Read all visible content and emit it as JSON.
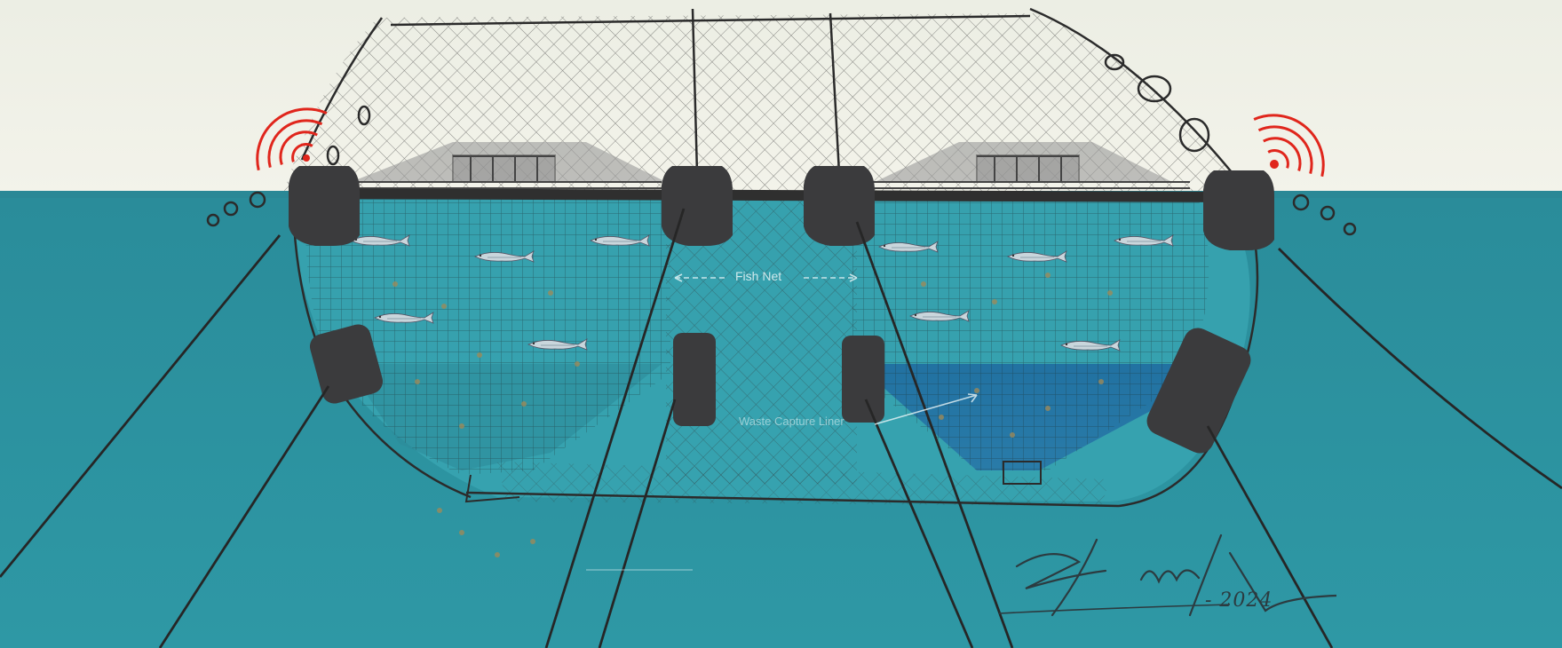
{
  "labels": {
    "fish_net": "Fish Net",
    "waste_capture": "Waste Capture Liner"
  },
  "signature": {
    "year": "- 2024"
  },
  "colors": {
    "sky": "#eef0e6",
    "water_top": "#2a8e9c",
    "water_deep": "#2f96a3",
    "net_inner": "#3aa7b6",
    "waste_zone": "#1f6ea0",
    "float": "#3b3b3d",
    "frame": "#2b2b2b",
    "signal": "#e0261c"
  },
  "icons": {
    "left_signal": "wifi-signal-icon",
    "right_signal": "wifi-signal-icon"
  }
}
